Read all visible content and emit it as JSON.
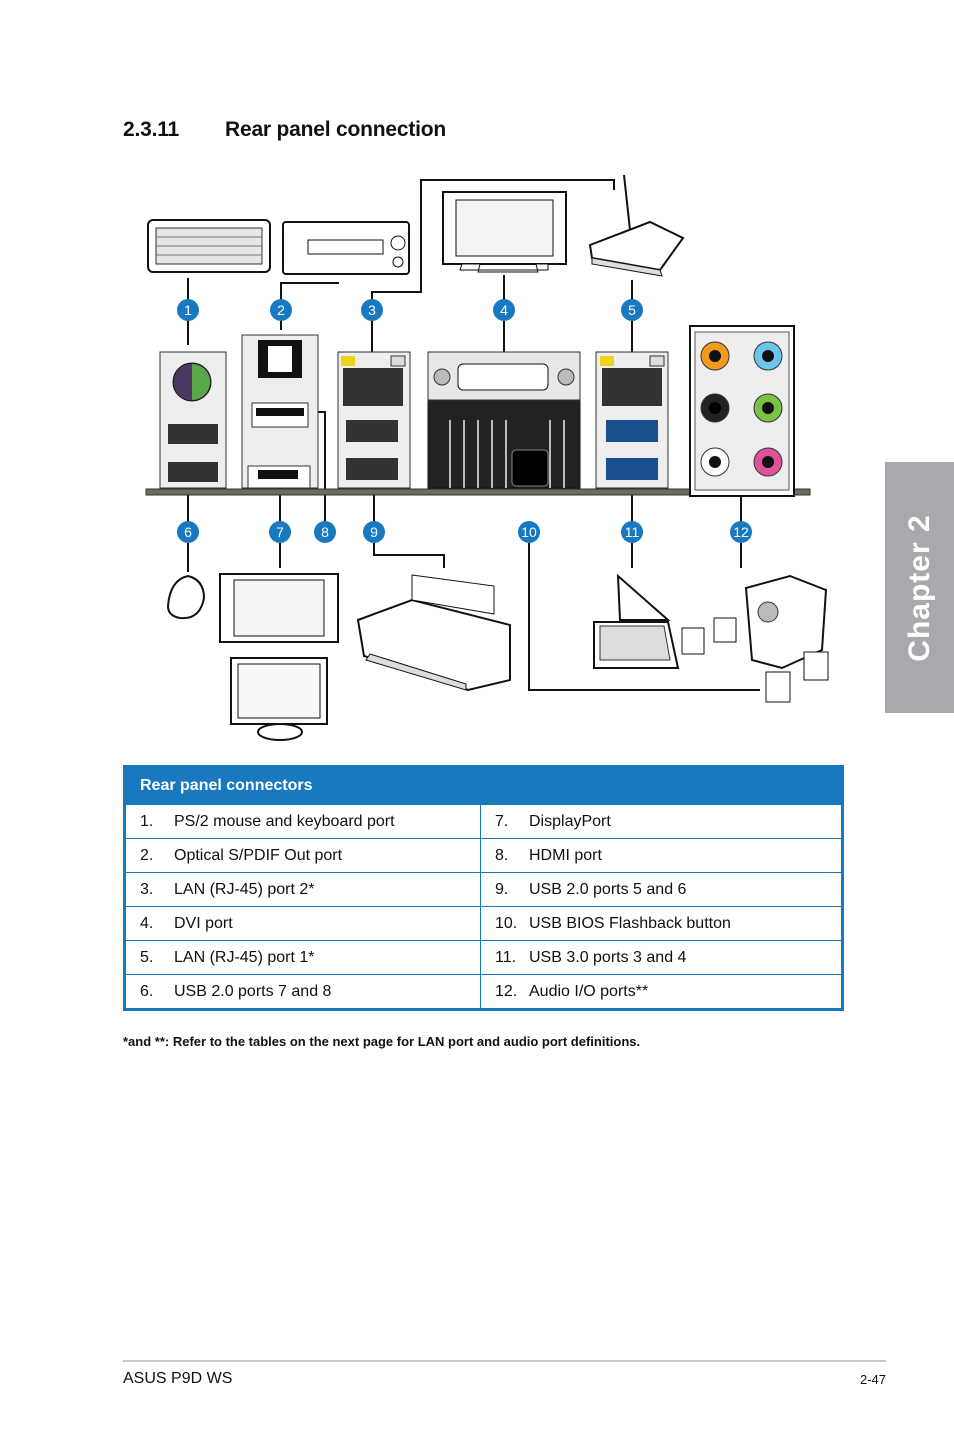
{
  "section": {
    "number": "2.3.11",
    "title": "Rear panel connection"
  },
  "chapter_tab": "Chapter 2",
  "callouts": [
    "1",
    "2",
    "3",
    "4",
    "5",
    "6",
    "7",
    "8",
    "9",
    "10",
    "11",
    "12"
  ],
  "table": {
    "header": "Rear panel connectors",
    "rows": [
      {
        "l_num": "1.",
        "l_text": "PS/2 mouse and keyboard port",
        "r_num": "7.",
        "r_text": "DisplayPort"
      },
      {
        "l_num": "2.",
        "l_text": "Optical S/PDIF Out port",
        "r_num": "8.",
        "r_text": "HDMI port"
      },
      {
        "l_num": "3.",
        "l_text": "LAN (RJ-45) port 2*",
        "r_num": "9.",
        "r_text": "USB 2.0 ports 5 and 6"
      },
      {
        "l_num": "4.",
        "l_text": "DVI port",
        "r_num": "10.",
        "r_text": "USB BIOS Flashback button"
      },
      {
        "l_num": "5.",
        "l_text": "LAN (RJ-45) port 1*",
        "r_num": "11.",
        "r_text": "USB 3.0 ports 3 and 4"
      },
      {
        "l_num": "6.",
        "l_text": "USB 2.0 ports 7 and 8",
        "r_num": "12.",
        "r_text": "Audio I/O ports**"
      }
    ]
  },
  "footnote": "*and **: Refer to the tables on the next page for LAN port and audio port definitions.",
  "footer": {
    "product": "ASUS P9D WS",
    "page": "2-47"
  },
  "colors": {
    "accent": "#1879c1",
    "tab_gray": "#a7a9ac"
  }
}
